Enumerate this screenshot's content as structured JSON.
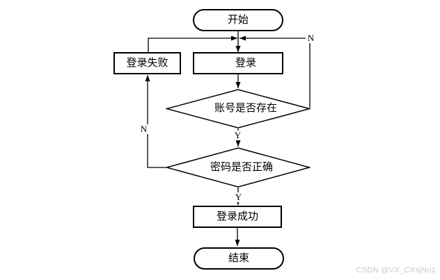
{
  "diagram": {
    "type": "flowchart",
    "topic": "login process",
    "nodes": {
      "start": {
        "label": "开始",
        "shape": "stadium"
      },
      "login_fail": {
        "label": "登录失败",
        "shape": "rect"
      },
      "login": {
        "label": "登录",
        "shape": "rect"
      },
      "check_account": {
        "label": "账号是否存在",
        "shape": "diamond"
      },
      "check_password": {
        "label": "密码是否正确",
        "shape": "diamond"
      },
      "login_success": {
        "label": "登录成功",
        "shape": "rect"
      },
      "end": {
        "label": "结束",
        "shape": "stadium"
      }
    },
    "edges": [
      {
        "from": "start",
        "to": "login",
        "label": ""
      },
      {
        "from": "login",
        "to": "check_account",
        "label": ""
      },
      {
        "from": "check_account",
        "to": "check_password",
        "label": "Y"
      },
      {
        "from": "check_account",
        "to": "login",
        "label": "N"
      },
      {
        "from": "check_password",
        "to": "login_success",
        "label": "Y"
      },
      {
        "from": "check_password",
        "to": "login_fail",
        "label": "N"
      },
      {
        "from": "login_fail",
        "to": "login",
        "label": ""
      },
      {
        "from": "login_success",
        "to": "end",
        "label": ""
      }
    ],
    "edge_labels": {
      "account_yes": "Y",
      "account_no": "N",
      "password_yes": "Y",
      "password_no": "N"
    }
  },
  "watermark": "CSDN @VX_CXsjNo1",
  "colors": {
    "background": "#ffffff",
    "stroke": "#000000",
    "text": "#000000",
    "watermark": "#c9c9d1"
  }
}
